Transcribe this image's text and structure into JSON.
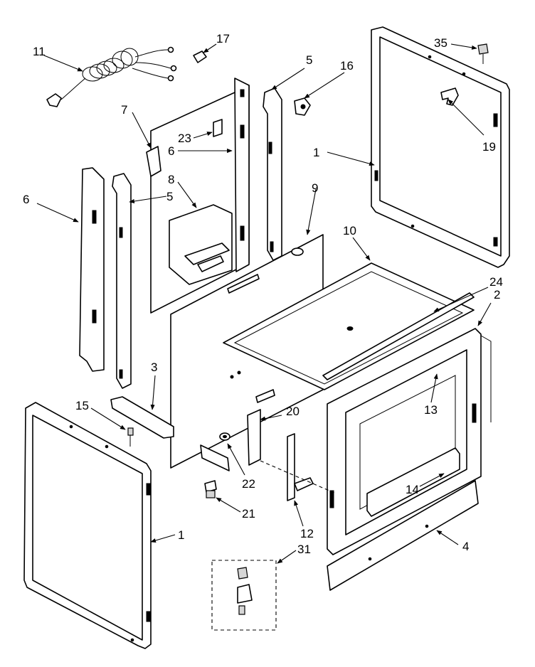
{
  "diagram": {
    "callouts": [
      {
        "id": "c1a",
        "text": "1"
      },
      {
        "id": "c1b",
        "text": "1"
      },
      {
        "id": "c2",
        "text": "2"
      },
      {
        "id": "c3",
        "text": "3"
      },
      {
        "id": "c4",
        "text": "4"
      },
      {
        "id": "c5a",
        "text": "5"
      },
      {
        "id": "c5b",
        "text": "5"
      },
      {
        "id": "c6a",
        "text": "6"
      },
      {
        "id": "c6b",
        "text": "6"
      },
      {
        "id": "c7",
        "text": "7"
      },
      {
        "id": "c8",
        "text": "8"
      },
      {
        "id": "c9",
        "text": "9"
      },
      {
        "id": "c10",
        "text": "10"
      },
      {
        "id": "c11",
        "text": "11"
      },
      {
        "id": "c12",
        "text": "12"
      },
      {
        "id": "c13",
        "text": "13"
      },
      {
        "id": "c14",
        "text": "14"
      },
      {
        "id": "c15",
        "text": "15"
      },
      {
        "id": "c16",
        "text": "16"
      },
      {
        "id": "c17",
        "text": "17"
      },
      {
        "id": "c19",
        "text": "19"
      },
      {
        "id": "c20",
        "text": "20"
      },
      {
        "id": "c21",
        "text": "21"
      },
      {
        "id": "c22",
        "text": "22"
      },
      {
        "id": "c23",
        "text": "23"
      },
      {
        "id": "c24",
        "text": "24"
      },
      {
        "id": "c31",
        "text": "31"
      },
      {
        "id": "c35",
        "text": "35"
      }
    ]
  }
}
